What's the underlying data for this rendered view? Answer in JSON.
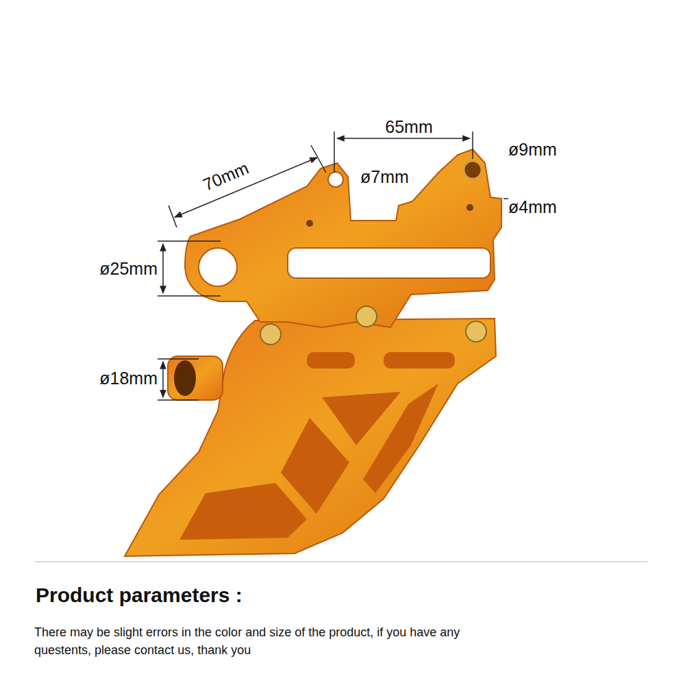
{
  "diagram": {
    "title": "Product parameters :",
    "caption": "There may be slight errors in the color and size of the product, if you have any questents, please contact us, thank you",
    "labels": [
      "65mm",
      "ø9mm",
      "ø7mm",
      "70mm",
      "ø4mm",
      "ø25mm",
      "ø18mm"
    ]
  }
}
